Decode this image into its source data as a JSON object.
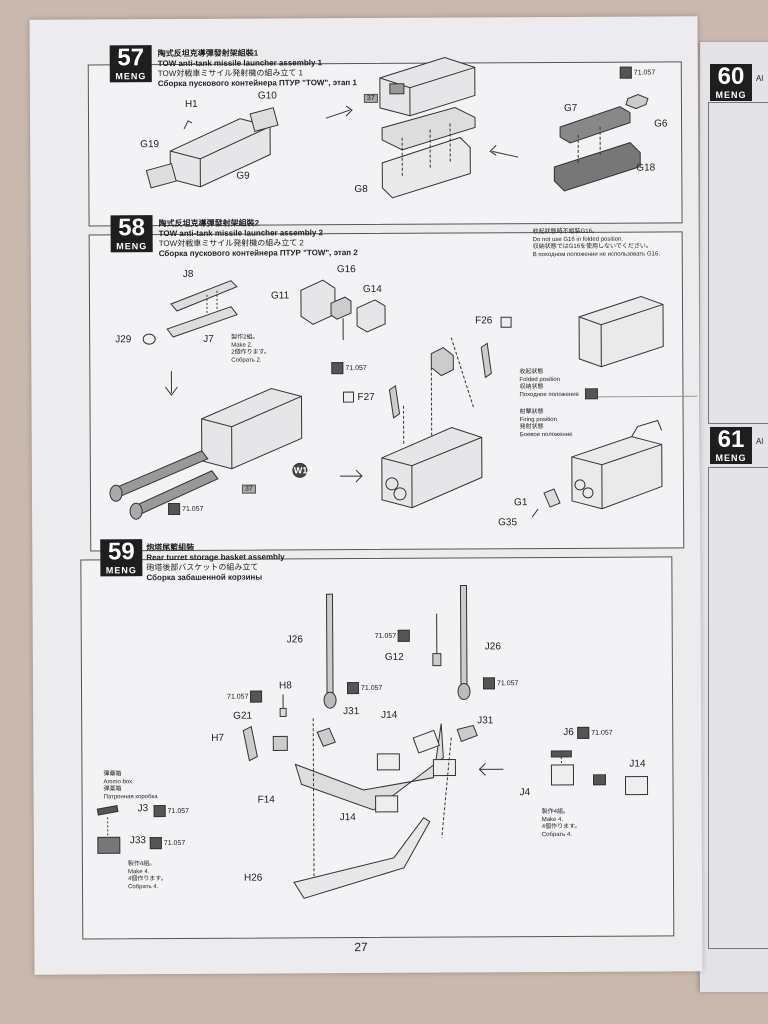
{
  "brand": "MENG",
  "page_number": "27",
  "steps": [
    {
      "number": "57",
      "titles": [
        "陶式反坦克導彈發射架組裝1",
        "TOW anti-tank missile launcher assembly 1",
        "TOW対戦車ミサイル発射機の組み立て 1",
        "Сборка пускового контейнера ПТУР \"TOW\", этап 1"
      ],
      "parts": [
        "H1",
        "G10",
        "G19",
        "G9",
        "G8",
        "G7",
        "G6",
        "G18"
      ],
      "paint": "71.057",
      "ref": "37"
    },
    {
      "number": "58",
      "titles": [
        "陶式反坦克導彈發射架組裝2",
        "TOW anti-tank missile launcher assembly 2",
        "TOW対戦車ミサイル発射機の組み立て 2",
        "Сборка пускового контейнера ПТУР \"TOW\", этап 2"
      ],
      "parts": [
        "J8",
        "J29",
        "J7",
        "G16",
        "G11",
        "G14",
        "F26",
        "F27",
        "G1",
        "G35"
      ],
      "make_notes": [
        "製作2組。",
        "Make 2.",
        "2個作ります。",
        "Собрать 2."
      ],
      "paint": "71.057",
      "ref": "37",
      "decal": "W10",
      "folded_note": [
        "收起狀態時不組裝G16。",
        "Do not use G16 in folded position.",
        "収納状態ではG16を使用しないでください。",
        "В походном положении не использовать G16."
      ],
      "folded_position": [
        "收起狀態",
        "Folded position",
        "収納状態",
        "Походное положение"
      ],
      "firing_position": [
        "射擊狀態",
        "Firing position",
        "発射状態",
        "Боевое положение"
      ]
    },
    {
      "number": "59",
      "titles": [
        "炮塔尾籃組裝",
        "Rear turret storage basket assembly",
        "砲塔後部バスケットの組み立て",
        "Сборка забашенной корзины"
      ],
      "parts": [
        "J26",
        "G12",
        "J26",
        "H8",
        "G21",
        "H7",
        "J31",
        "J14",
        "J31",
        "J6",
        "J4",
        "J14",
        "F14",
        "J14",
        "H26",
        "J3",
        "J33"
      ],
      "paint": "71.057",
      "ammo_box": [
        "彈藥箱",
        "Ammo box",
        "弾薬箱",
        "Патронная коробка"
      ],
      "make4_a": [
        "製作4組。",
        "Make 4.",
        "4個作ります。",
        "Собрать 4."
      ],
      "make4_b": [
        "製作4組。",
        "Make 4.",
        "4個作ります。",
        "Собрать 4."
      ]
    }
  ],
  "next_steps": [
    {
      "number": "60",
      "fragment": "Al"
    },
    {
      "number": "61",
      "fragment": "Al"
    }
  ]
}
